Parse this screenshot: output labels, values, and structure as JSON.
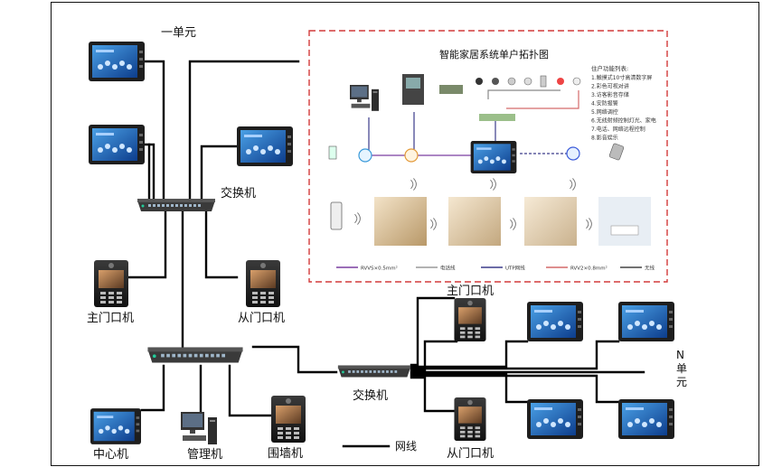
{
  "labels": {
    "unit_one": "一单元",
    "switch_top": "交换机",
    "main_door_top": "主门口机",
    "sub_door_top": "从门口机",
    "main_door_right": "主门口机",
    "switch_mid": "交换机",
    "n_unit_a": "N",
    "n_unit_b": "单",
    "n_unit_c": "元",
    "center": "中心机",
    "manager": "管理机",
    "wall": "围墙机",
    "sub_door_bottom": "从门口机",
    "network": "网线"
  },
  "smart_home": {
    "title": "智能家居系统单户拓扑图",
    "features_title": "住户功能列表:",
    "features": [
      "1.触摸式10寸高清数字屏",
      "2.彩色可视对讲",
      "3.访客影音存储",
      "4.安防报警",
      "5.网络调控",
      "6.无线射频控制灯光、家电",
      "7.电话、网络远程控制",
      "8.影音娱乐"
    ],
    "legend": [
      "RVVS×0.5mm²",
      "电话线",
      "UTP网线",
      "RVV2×0.8mm²",
      "无线"
    ],
    "legend_colors": [
      "#7a3fa0",
      "#9a9a9a",
      "#3b3b8a",
      "#d46a6a",
      "#444444"
    ]
  }
}
